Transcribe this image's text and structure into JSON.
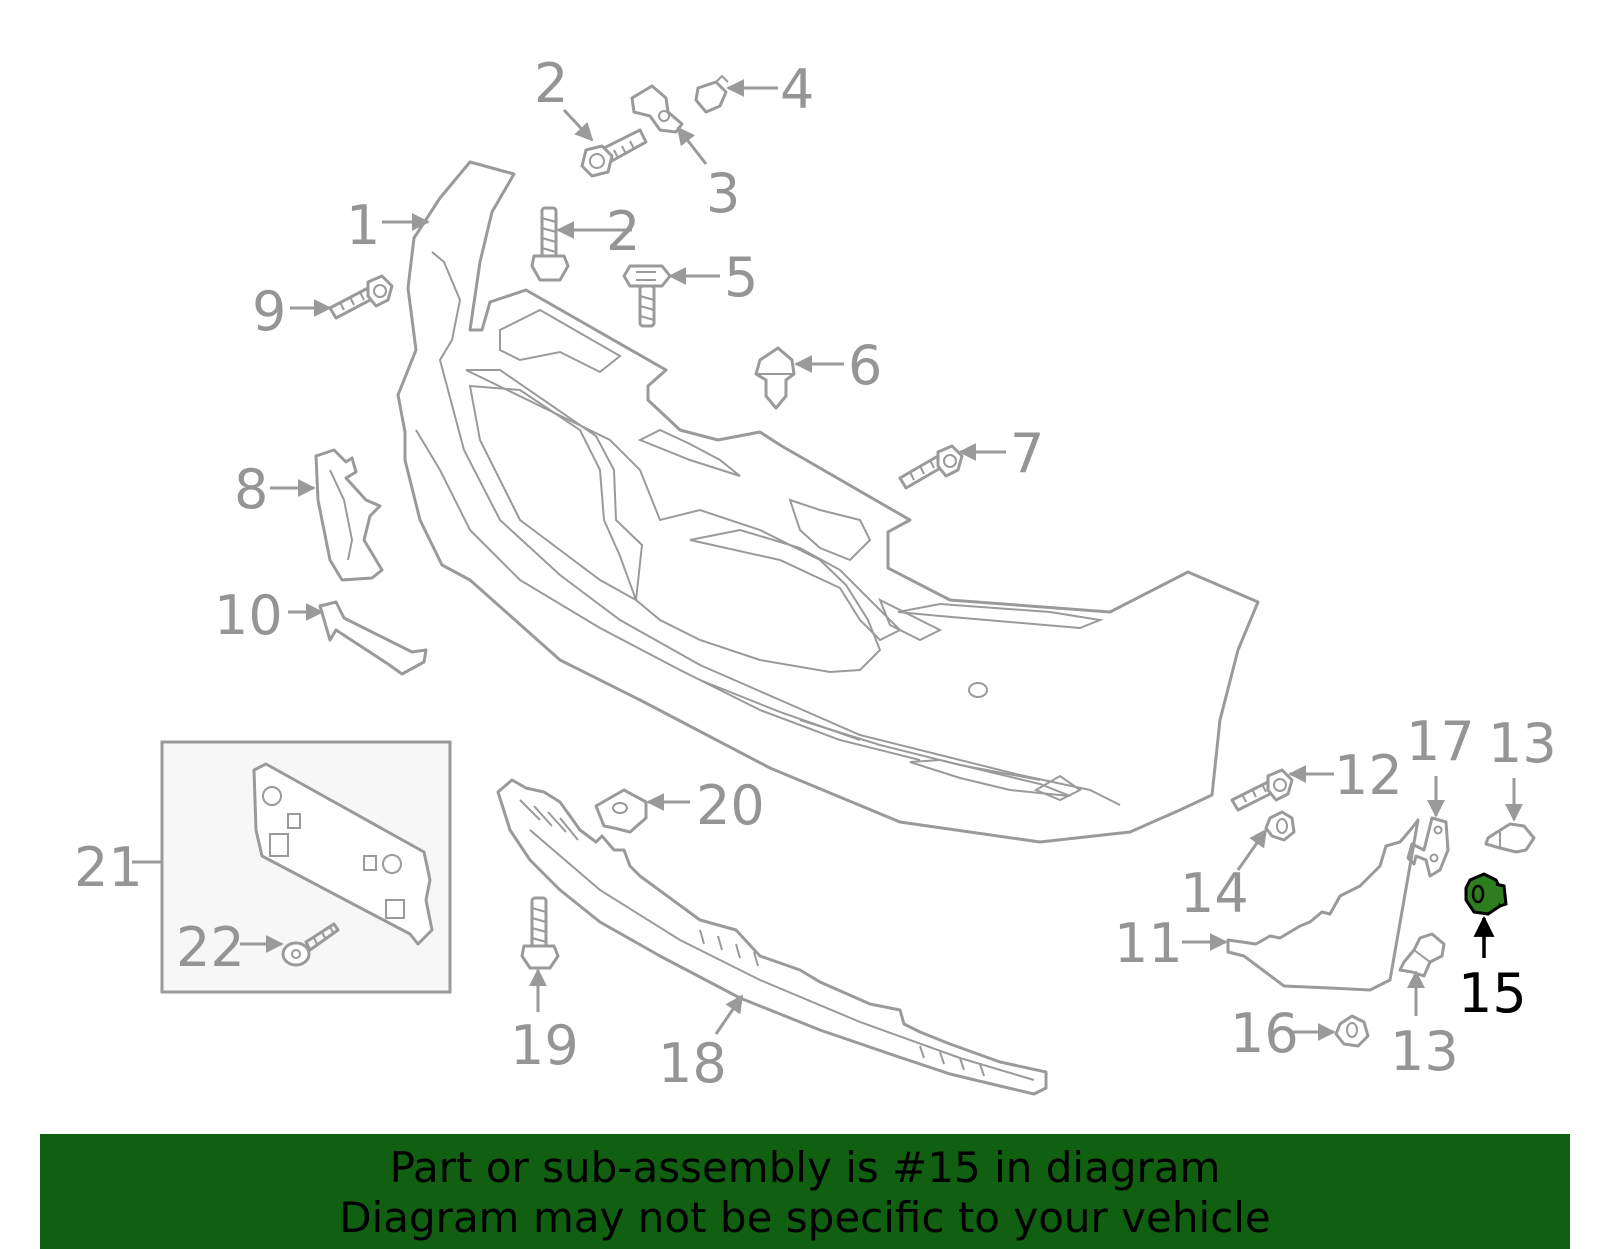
{
  "callouts": [
    {
      "id": "1",
      "label": "1"
    },
    {
      "id": "2a",
      "label": "2"
    },
    {
      "id": "2b",
      "label": "2"
    },
    {
      "id": "3",
      "label": "3"
    },
    {
      "id": "4",
      "label": "4"
    },
    {
      "id": "5",
      "label": "5"
    },
    {
      "id": "6",
      "label": "6"
    },
    {
      "id": "7",
      "label": "7"
    },
    {
      "id": "8",
      "label": "8"
    },
    {
      "id": "9",
      "label": "9"
    },
    {
      "id": "10",
      "label": "10"
    },
    {
      "id": "11",
      "label": "11"
    },
    {
      "id": "12",
      "label": "12"
    },
    {
      "id": "13a",
      "label": "13"
    },
    {
      "id": "13b",
      "label": "13"
    },
    {
      "id": "14",
      "label": "14"
    },
    {
      "id": "15",
      "label": "15"
    },
    {
      "id": "16",
      "label": "16"
    },
    {
      "id": "17",
      "label": "17"
    },
    {
      "id": "18",
      "label": "18"
    },
    {
      "id": "19",
      "label": "19"
    },
    {
      "id": "20",
      "label": "20"
    },
    {
      "id": "21",
      "label": "21"
    },
    {
      "id": "22",
      "label": "22"
    }
  ],
  "highlight": {
    "part_number": "15",
    "color": "#2e7d1e"
  },
  "colors": {
    "banner": "#116011",
    "line_art": "#9a9a9a"
  },
  "banner": {
    "line1": "Part or sub-assembly is #15 in diagram",
    "line2": "Diagram may not be specific to your vehicle"
  }
}
